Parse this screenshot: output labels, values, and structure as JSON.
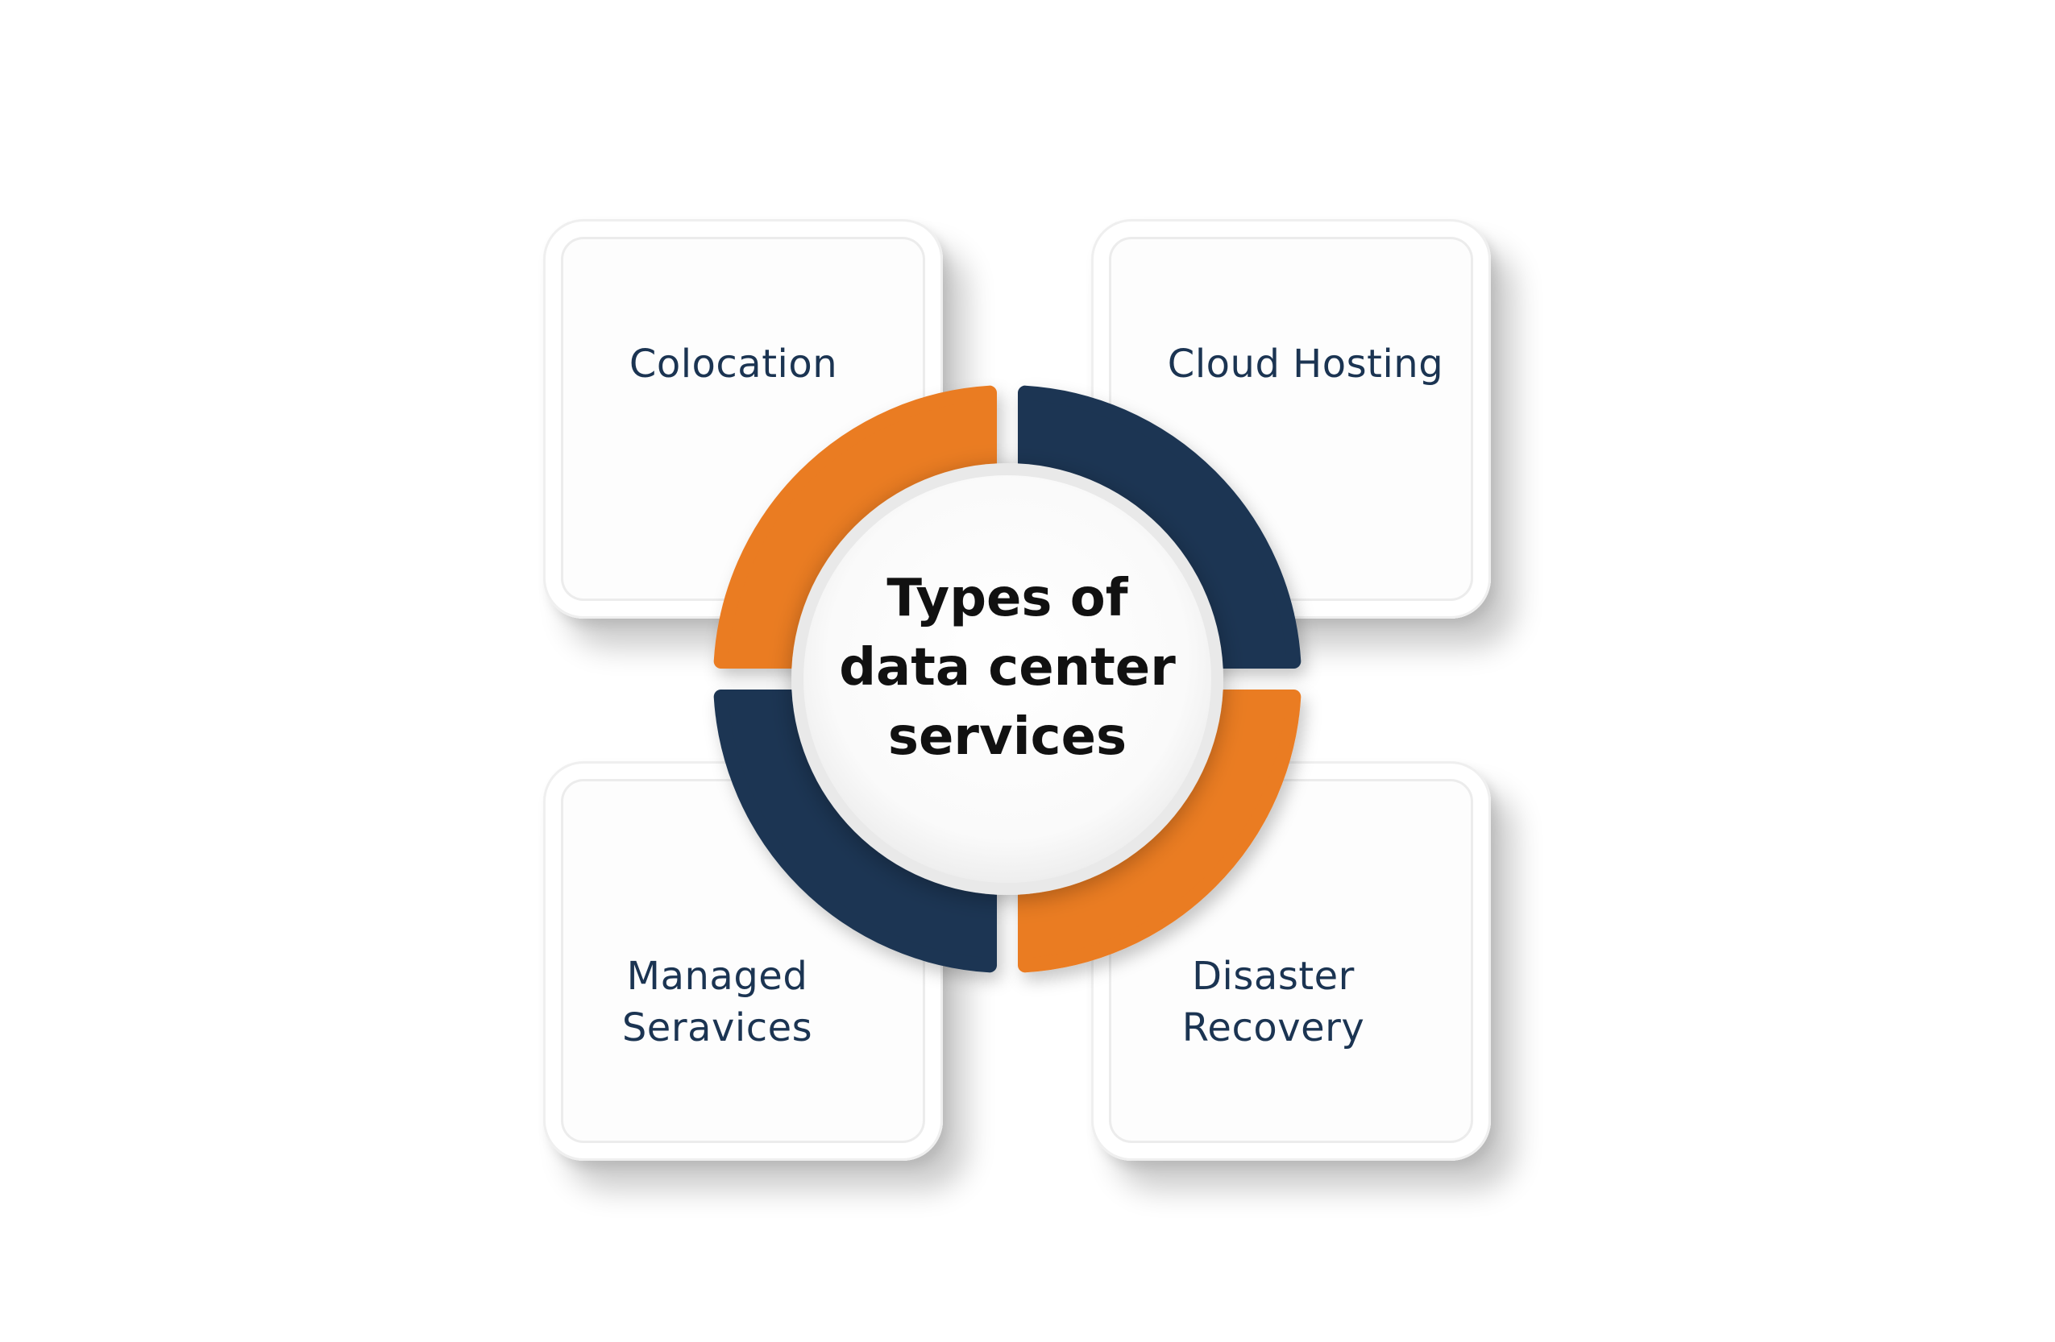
{
  "diagram": {
    "title_lines": [
      "Types of",
      "data center",
      "services"
    ],
    "cards": [
      {
        "lines": [
          "Colocation"
        ]
      },
      {
        "lines": [
          "Cloud Hosting"
        ]
      },
      {
        "lines": [
          "Managed",
          "Seravices"
        ]
      },
      {
        "lines": [
          "Disaster",
          "Recovery"
        ]
      }
    ],
    "colors": {
      "orange": "#ea7b22",
      "navy": "#1b3652",
      "text_navy": "#1b3452"
    }
  }
}
